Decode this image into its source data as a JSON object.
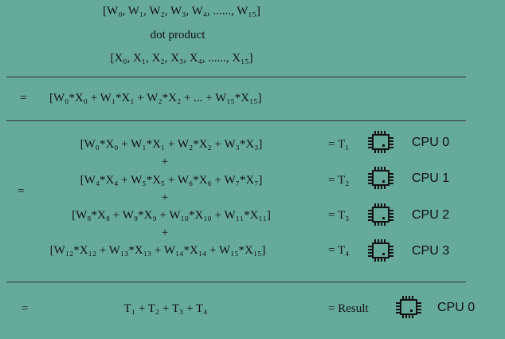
{
  "header": {
    "w_vector": "[W₀, W₁, W₂, W₃, W₄, ......, W₁₅]",
    "operation": "dot product",
    "x_vector": "[X₀, X₁, X₂, X₃, X₄, ......, X₁₅]"
  },
  "full_sum": {
    "equals": "=",
    "expression": "[W₀*X₀ + W₁*X₁ + W₂*X₂ + ... + W₁₅*X₁₅]"
  },
  "partial_sums": {
    "equals": "=",
    "plus": "+",
    "rows": [
      {
        "expression": "[W₀*X₀ + W₁*X₁ + W₂*X₂ + W₃*X₃]",
        "result": "= T₁",
        "cpu": "CPU 0"
      },
      {
        "expression": "[W₄*X₄ + W₅*X₅ + W₆*X₆ + W₇*X₇]",
        "result": "= T₂",
        "cpu": "CPU 1"
      },
      {
        "expression": "[W₈*X₈ + W₉*X₉ + W₁₀*X₁₀ + W₁₁*X₁₁]",
        "result": "= T₃",
        "cpu": "CPU 2"
      },
      {
        "expression": "[W₁₂*X₁₂ + W₁₃*X₁₃ + W₁₄*X₁₄ + W₁₅*X₁₅]",
        "result": "= T₄",
        "cpu": "CPU 3"
      }
    ]
  },
  "final": {
    "equals": "=",
    "expression": "T₁ + T₂ + T₃ + T₄",
    "result": "= Result",
    "cpu": "CPU 0"
  },
  "icons": {
    "chip": "cpu-chip-icon"
  },
  "colors": {
    "background": "#66aa9c",
    "ink": "#111111"
  }
}
